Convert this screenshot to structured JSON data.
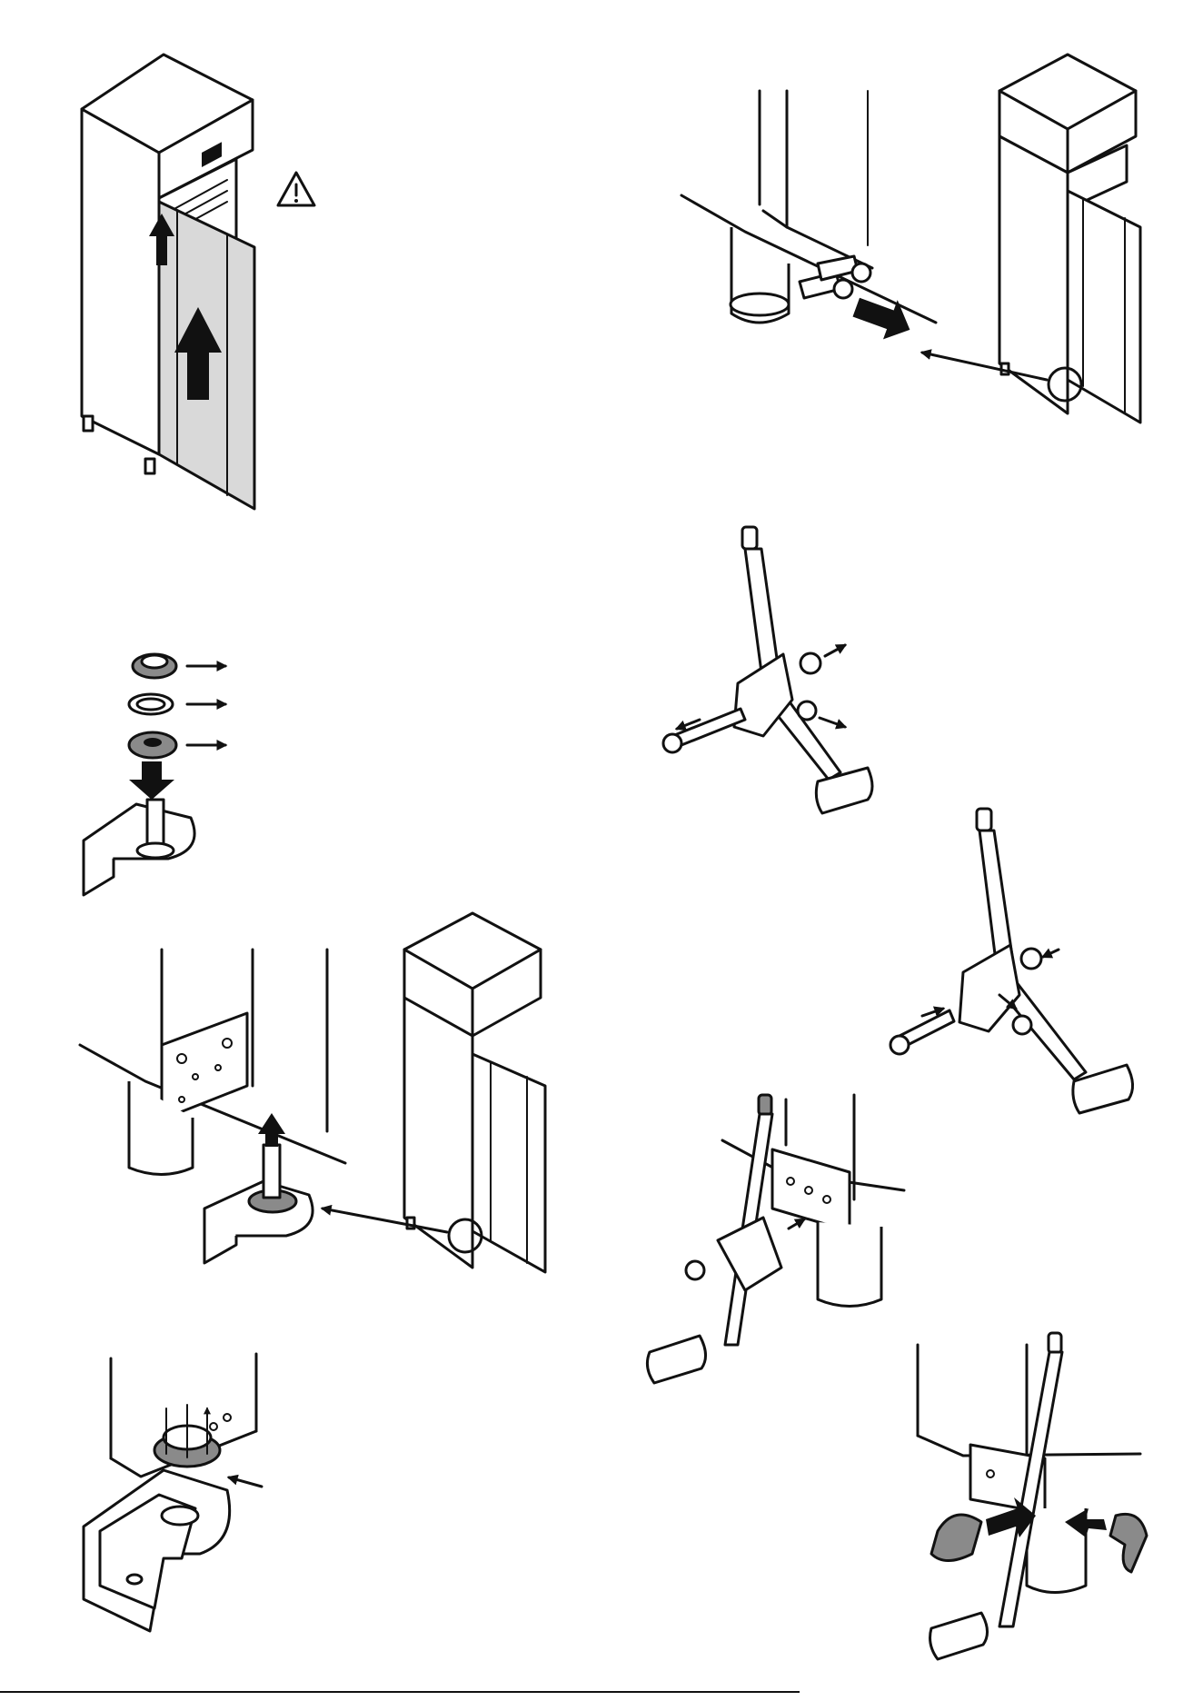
{
  "page": {
    "title": "",
    "page_number": ""
  },
  "figures": [
    {
      "id": "fig-1",
      "icon": "warning-triangle-icon"
    },
    {
      "id": "fig-2",
      "icon": "screw-insert-arrow-icon"
    },
    {
      "id": "fig-3",
      "icon": "hinge-washer-stack-icon"
    },
    {
      "id": "fig-4",
      "icon": "pedal-disassembly-icon"
    },
    {
      "id": "fig-5",
      "icon": "pedal-assembly-icon"
    },
    {
      "id": "fig-6",
      "icon": "hinge-pin-detail-icon"
    },
    {
      "id": "fig-7",
      "icon": "pedal-mount-icon"
    },
    {
      "id": "fig-8",
      "icon": "bushing-insert-icon"
    },
    {
      "id": "fig-9",
      "icon": "clip-attach-icon"
    }
  ],
  "colors": {
    "line": "#111111",
    "panel_grey": "#d9d9d9",
    "part_dark": "#8a8a8a"
  }
}
